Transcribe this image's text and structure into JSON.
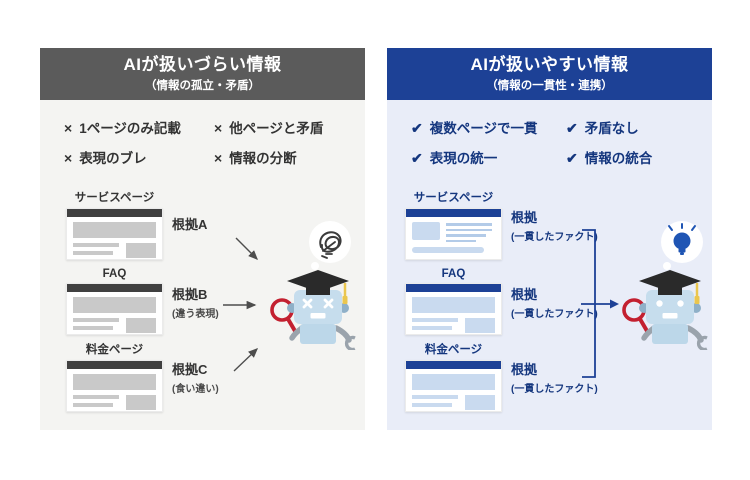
{
  "left_panel": {
    "title": "AIが扱いづらい情報",
    "subtitle": "（情報の孤立・矛盾）",
    "bullets": [
      {
        "mark": "×",
        "text": "1ページのみ記載"
      },
      {
        "mark": "×",
        "text": "他ページと矛盾"
      },
      {
        "mark": "×",
        "text": "表現のブレ"
      },
      {
        "mark": "×",
        "text": "情報の分断"
      }
    ],
    "cards": [
      {
        "label": "サービスページ",
        "annotation": "根拠A",
        "note": ""
      },
      {
        "label": "FAQ",
        "annotation": "根拠B",
        "note": "(違う表現)"
      },
      {
        "label": "料金ページ",
        "annotation": "根拠C",
        "note": "(食い違い)"
      }
    ],
    "robot_state": "confused",
    "bubble_icon": "tangled-scribble",
    "colors": {
      "header_bg": "#5b5b5b",
      "panel_bg": "#f4f4f2",
      "text": "#333333",
      "card_bar": "#404040",
      "arrow": "#4d4d4d"
    }
  },
  "right_panel": {
    "title": "AIが扱いやすい情報",
    "subtitle": "（情報の一貫性・連携）",
    "bullets": [
      {
        "mark": "✔",
        "text": "複数ページで一貫"
      },
      {
        "mark": "✔",
        "text": "矛盾なし"
      },
      {
        "mark": "✔",
        "text": "表現の統一"
      },
      {
        "mark": "✔",
        "text": "情報の統合"
      }
    ],
    "cards": [
      {
        "label": "サービスページ",
        "annotation": "根拠",
        "note": "(一貫したファクト)"
      },
      {
        "label": "FAQ",
        "annotation": "根拠",
        "note": "(一貫したファクト)"
      },
      {
        "label": "料金ページ",
        "annotation": "根拠",
        "note": "(一貫したファクト)"
      }
    ],
    "robot_state": "happy",
    "bubble_icon": "lightbulb",
    "colors": {
      "header_bg": "#1d4196",
      "panel_bg": "#e9edf8",
      "text": "#14367e",
      "card_bar": "#1d4196",
      "accent_red": "#c32030"
    }
  }
}
